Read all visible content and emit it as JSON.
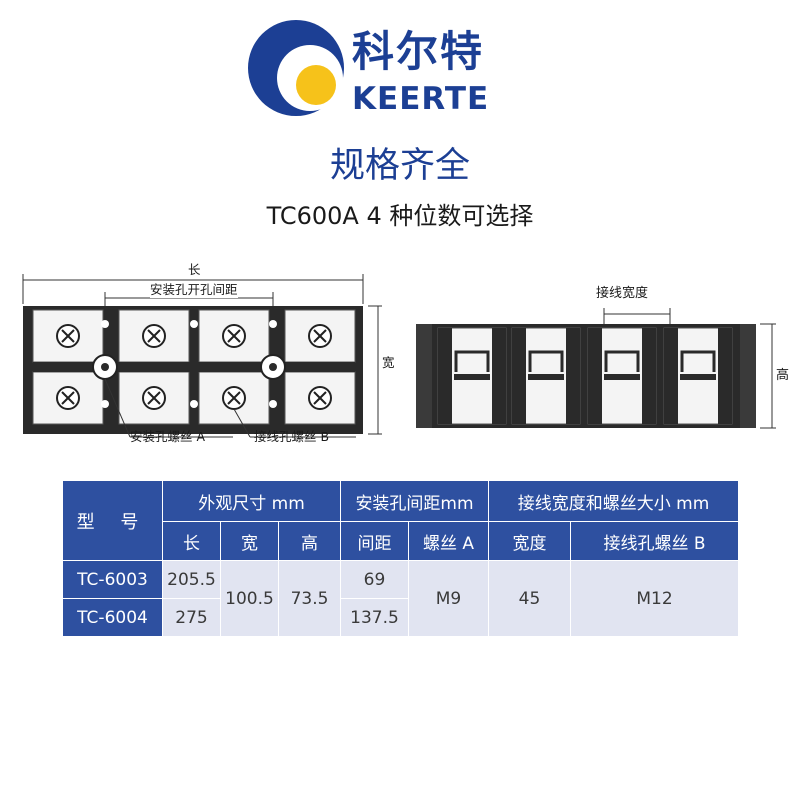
{
  "brand": {
    "name_cn": "科尔特",
    "name_en": "KEERTE"
  },
  "headline": "规格齐全",
  "subhead": "TC600A  4 种位数可选择",
  "diagram_labels": {
    "length": "长",
    "mount_hole_distance": "安装孔开孔间距",
    "width": "宽",
    "mount_screw": "安装孔螺丝 A",
    "terminal_screw": "接线孔螺丝 B",
    "wiring_width": "接线宽度",
    "height": "高"
  },
  "spec_table": {
    "model_header": "型 号",
    "group_headers": [
      "外观尺寸 mm",
      "安装孔间距mm",
      "接线宽度和螺丝大小 mm"
    ],
    "sub_headers": [
      "长",
      "宽",
      "高",
      "间距",
      "螺丝 A",
      "宽度",
      "接线孔螺丝 B"
    ],
    "rows": [
      {
        "model": "TC-6003",
        "length": "205.5",
        "spacing": "69"
      },
      {
        "model": "TC-6004",
        "length": "275",
        "spacing": "137.5"
      }
    ],
    "shared": {
      "width": "100.5",
      "height": "73.5",
      "screw_a": "M9",
      "wire_width": "45",
      "screw_b": "M12"
    }
  },
  "colors": {
    "brand_blue": "#1c3f94",
    "brand_yellow": "#f6c21a",
    "table_header": "#2e50a0",
    "table_body": "#e1e4f1"
  }
}
